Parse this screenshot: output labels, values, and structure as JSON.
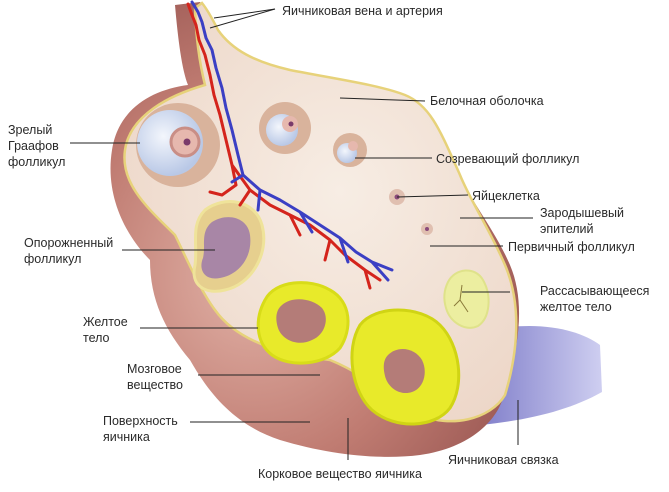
{
  "diagram": {
    "title": "Ovary cross-section",
    "colors": {
      "outer_tissue": "#b8706a",
      "outer_highlight": "#dcaaa0",
      "inner_tissue": "#f3e3d6",
      "tunica_line": "#e7d27a",
      "artery": "#d4241c",
      "vein": "#3b3fc4",
      "corpus_luteum": "#e8ea2a",
      "graafian_fluid": "#d6e2f2",
      "ligament": "#8e8ed8",
      "leader_line": "#222222"
    },
    "labels": {
      "vessels": "Яичниковая вена и артерия",
      "tunica_albuginea": "Белочная оболочка",
      "graafian_follicle": "Зрелый\nГраафов\nфолликул",
      "maturing_follicle": "Созревающий фолликул",
      "oocyte": "Яйцеклетка",
      "germinal_epithelium": "Зародышевый\nэпителий",
      "primary_follicle": "Первичный фолликул",
      "emptied_follicle": "Опорожненный\nфолликул",
      "regressing_corpus_luteum": "Рассасывающееся\nжелтое тело",
      "corpus_luteum": "Желтое\nтело",
      "medulla": "Мозговое\nвещество",
      "ovary_surface": "Поверхность\nяичника",
      "ovarian_ligament": "Яичниковая связка",
      "ovarian_cortex": "Корковое вещество яичника"
    }
  }
}
